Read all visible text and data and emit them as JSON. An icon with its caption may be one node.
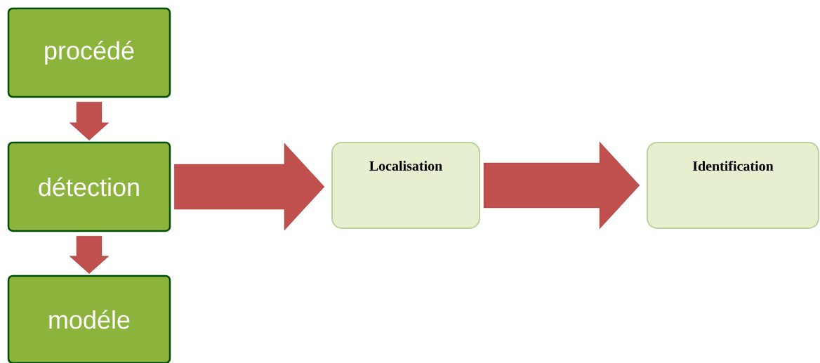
{
  "diagram": {
    "nodes": [
      {
        "text": [
          "procédé"
        ]
      },
      {
        "text": [
          "détection"
        ]
      },
      {
        "text": [
          "modéle"
        ]
      },
      {
        "text": [
          "Localisation"
        ]
      },
      {
        "text": [
          "Identification"
        ]
      }
    ],
    "edges": [
      {
        "from": 0,
        "to": 1,
        "arrow": "to"
      },
      {
        "from": 1,
        "to": 2,
        "arrow": "to"
      },
      {
        "from": 1,
        "to": 3,
        "arrow": "to"
      },
      {
        "from": 3,
        "to": 4,
        "arrow": "to"
      }
    ]
  }
}
